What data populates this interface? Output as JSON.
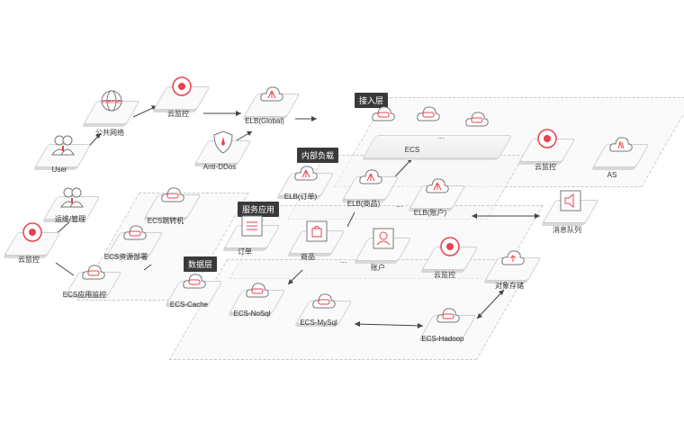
{
  "layers": {
    "access": "接入层",
    "lb": "内部负载",
    "service": "服务应用",
    "data": "数据层"
  },
  "nodes": {
    "internet_word": "Internet",
    "public_net": "公共网络",
    "user": "User",
    "monitor_top": "云监控",
    "elb_global": "ELB(Global)",
    "anti_ddos": "Anti-DDos",
    "ecs": "ECS",
    "monitor_access": "云监控",
    "as": "AS",
    "elb_order": "ELB(订单)",
    "elb_goods": "ELB(商品)",
    "elb_account": "ELB(账户)",
    "ops": "运维/管理",
    "monitor_left": "云监控",
    "ecs_jump": "ECS跳转机",
    "ecs_deploy": "ECS资源部署",
    "ecs_monitor": "ECS应用监控",
    "order": "订单",
    "goods": "商品",
    "account": "账户",
    "monitor_service": "云监控",
    "mq": "消息队列",
    "obs": "对象存储",
    "ecs_cache": "ECS-Cache",
    "ecs_nosql": "ECS-NoSql",
    "ecs_mysql": "ECS-MySql",
    "ecs_hadoop": "ECS-Hadoop"
  },
  "ellipsis": "...",
  "colors": {
    "accent": "#e8414f",
    "tag_bg": "#3a3a3a"
  }
}
